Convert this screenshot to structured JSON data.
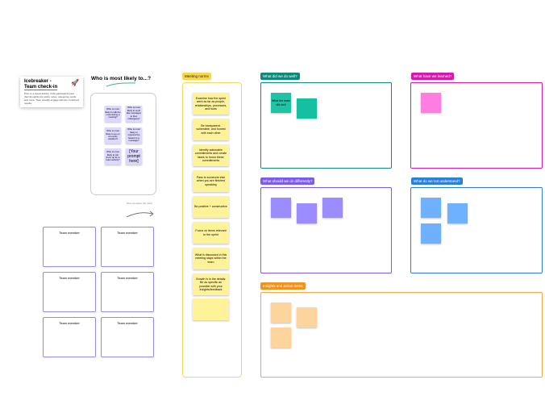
{
  "icebreaker": {
    "title_line1": "Icebreaker -",
    "title_line2": "Team check-in",
    "description": "Prior to a visual activity, invite participants past their thoughts into sticky notes, categories cards, and more. Then visually engage with the combined results."
  },
  "likely": {
    "heading": "Who is most likely to...?",
    "prompts": [
      "Who is most likely to talk the most during a meeting?",
      "Who is most likely to send late messages to their colleagues?",
      "Who is most likely to go on an exotic vacation?",
      "Who is most likely to respond the fastest to a message?",
      "Who is most likely to win drum up for a team activity?",
      "[Your prompt here]"
    ],
    "hint": "Now complete the robot"
  },
  "team": [
    "Team member",
    "Team member",
    "Team member",
    "Team member",
    "Team member",
    "Team member"
  ],
  "norms": {
    "label": "Meeting norms",
    "items": [
      "Examine how the sprint went as far as people, relationships, processes, and tools",
      "Be transparent, vulnerable, and honest with each other",
      "Identify actionable commitments and create tasks to honor these commitments",
      "Pass to someone else when you are finished speaking",
      "Be positive + constructive",
      "Focus on items relevant to the sprint",
      "What is discussed in this meeting stays within the team",
      "Growth is in the details: Be as specific as possible with your insights/feedback",
      ""
    ]
  },
  "sections": {
    "well": {
      "label": "What did we do well?",
      "color": "#0f8a78",
      "notes": [
        "What the team did well",
        ""
      ]
    },
    "learned": {
      "label": "What have we learned?",
      "color": "#d21bac",
      "notes": [
        ""
      ]
    },
    "differently": {
      "label": "What should we do differently?",
      "color": "#7c5cf0",
      "notes": [
        "",
        "",
        ""
      ]
    },
    "understand": {
      "label": "What do we not understand?",
      "color": "#2d7fdb",
      "notes": [
        "",
        "",
        ""
      ]
    },
    "insights": {
      "label": "Insights and action items",
      "color": "#f0921e",
      "notes": [
        "",
        "",
        ""
      ]
    }
  }
}
